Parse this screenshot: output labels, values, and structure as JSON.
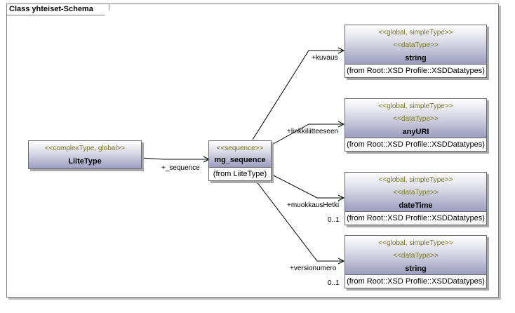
{
  "frame": {
    "title": "Class yhteiset-Schema"
  },
  "liite_type": {
    "stereotype": "<<complexType, global>>",
    "name": "LiiteType"
  },
  "mg_sequence": {
    "stereotype": "<<sequence>>",
    "name": "mg_sequence",
    "from": "(from LiiteType)"
  },
  "types": [
    {
      "stereotype": "<<global, simpleType>>",
      "subtype": "<<dataType>>",
      "name": "string",
      "from": "(from Root::XSD Profile::XSDDatatypes)"
    },
    {
      "stereotype": "<<global, simpleType>>",
      "subtype": "<<dataType>>",
      "name": "anyURI",
      "from": "(from Root::XSD Profile::XSDDatatypes)"
    },
    {
      "stereotype": "<<global, simpleType>>",
      "subtype": "<<dataType>>",
      "name": "dateTime",
      "from": "(from Root::XSD Profile::XSDDatatypes)"
    },
    {
      "stereotype": "<<global, simpleType>>",
      "subtype": "<<dataType>>",
      "name": "string",
      "from": "(from Root::XSD Profile::XSDDatatypes)"
    }
  ],
  "associations": {
    "sequence": "+_sequence",
    "kuvaus": "+kuvaus",
    "linkki": "+linkkiliitteeseen",
    "muokkaus": "+muokkausHetki",
    "muokkaus_mult": "0..1",
    "versio": "+versionumero",
    "versio_mult": "0..1"
  }
}
